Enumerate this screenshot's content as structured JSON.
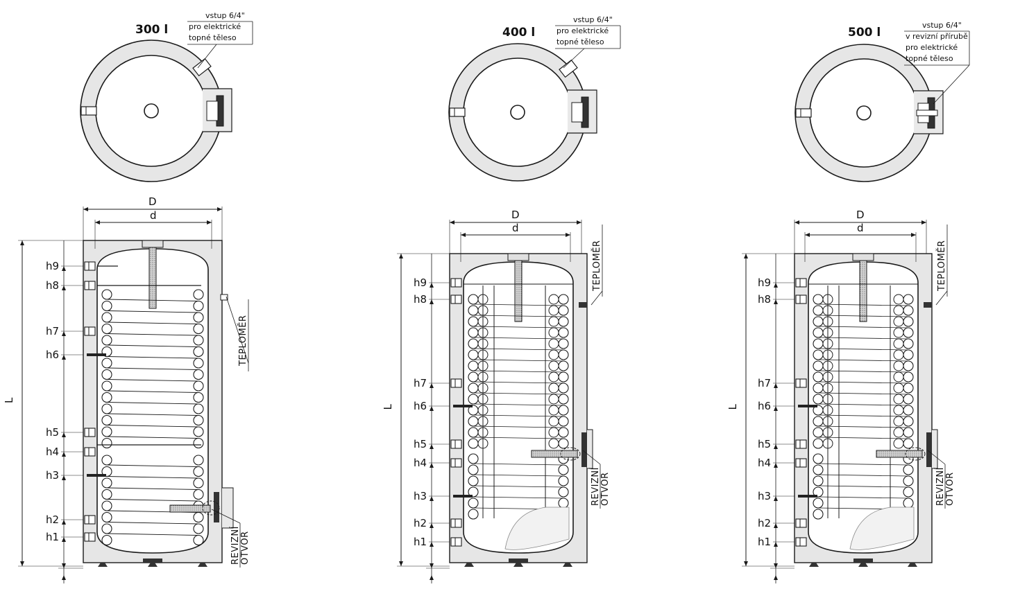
{
  "tanks": [
    {
      "capacity": "300 l",
      "note_lines": [
        "vstup 6/4\"",
        "pro elektrické",
        "topné těleso"
      ],
      "dim_outer": "D",
      "dim_inner": "d",
      "height_label": "L",
      "connections": [
        "h9",
        "h8",
        "h7",
        "h6",
        "h5",
        "h4",
        "h3",
        "h2",
        "h1"
      ],
      "thermometer_label": "TEPLOMĚR",
      "inspection_label": [
        "REVIZNÍ",
        "OTVOR"
      ]
    },
    {
      "capacity": "400 l",
      "note_lines": [
        "vstup 6/4\"",
        "pro elektrické",
        "topné těleso"
      ],
      "dim_outer": "D",
      "dim_inner": "d",
      "height_label": "L",
      "connections": [
        "h9",
        "h8",
        "h7",
        "h6",
        "h5",
        "h4",
        "h3",
        "h2",
        "h1"
      ],
      "thermometer_label": "TEPLOMĚR",
      "inspection_label": [
        "REVIZNÍ",
        "OTVOR"
      ]
    },
    {
      "capacity": "500 l",
      "note_lines": [
        "vstup 6/4\"",
        "v revizní přírubě",
        "pro elektrické",
        "topné těleso"
      ],
      "dim_outer": "D",
      "dim_inner": "d",
      "height_label": "L",
      "connections": [
        "h9",
        "h8",
        "h7",
        "h6",
        "h5",
        "h4",
        "h3",
        "h2",
        "h1"
      ],
      "thermometer_label": "TEPLOMĚR",
      "inspection_label": [
        "REVIZNÍ",
        "OTVOR"
      ]
    }
  ],
  "colors": {
    "insulation": "#e6e6e6",
    "line": "#1a1a1a",
    "foam": "#cfcfcf"
  }
}
